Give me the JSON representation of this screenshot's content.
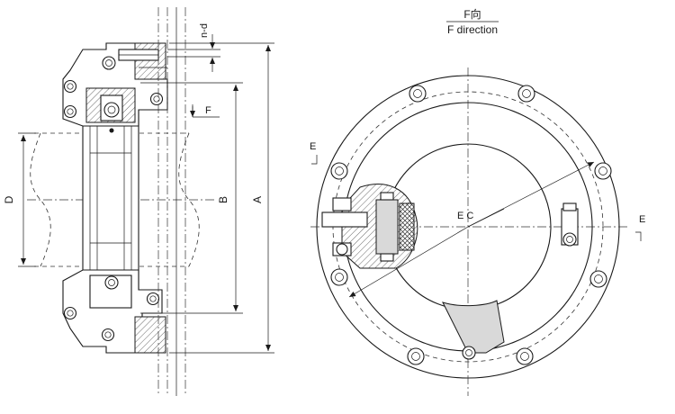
{
  "side_view": {
    "labels": {
      "d": "D",
      "b": "B",
      "a": "A",
      "nd": "n-d",
      "f": "F"
    }
  },
  "front_view": {
    "title_cn": "F向",
    "title_en": "F direction",
    "labels": {
      "e_left": "E",
      "e_right": "E",
      "center": "E C"
    }
  }
}
